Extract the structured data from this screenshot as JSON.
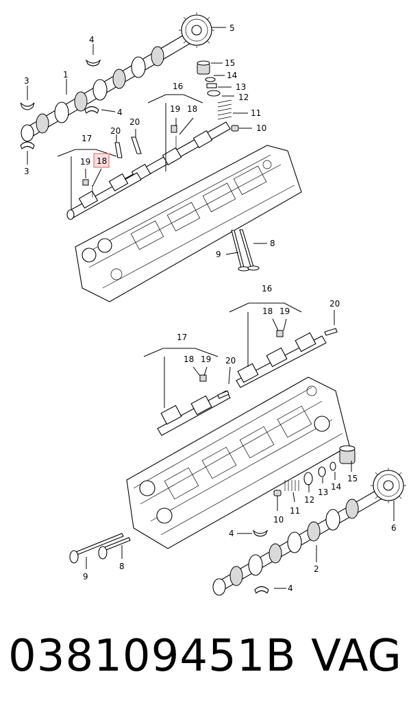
{
  "diagram": {
    "highlight_color": "#e06060",
    "highlighted_part": "18",
    "labels_top": {
      "c5": "5",
      "c4a": "4",
      "c1": "1",
      "c3a": "3",
      "c3b": "3",
      "c4b": "4",
      "c15": "15",
      "c14": "14",
      "c13": "13",
      "c12": "12",
      "c11": "11",
      "c10": "10",
      "c16": "16",
      "c19a": "19",
      "c18a": "18",
      "c20a": "20",
      "c20b": "20",
      "c17": "17",
      "c19b": "19",
      "c18b": "18",
      "c8": "8",
      "c9": "9"
    },
    "labels_bottom": {
      "c16": "16",
      "c18a": "18",
      "c19a": "19",
      "c20a": "20",
      "c17": "17",
      "c18b": "18",
      "c19b": "19",
      "c20b": "20",
      "c15": "15",
      "c14": "14",
      "c13": "13",
      "c12": "12",
      "c11": "11",
      "c10": "10",
      "c6": "6",
      "c4a": "4",
      "c4b": "4",
      "c2": "2",
      "c9": "9",
      "c8": "8"
    }
  },
  "footer": {
    "part_number": "038109451B",
    "brand": "VAG"
  }
}
